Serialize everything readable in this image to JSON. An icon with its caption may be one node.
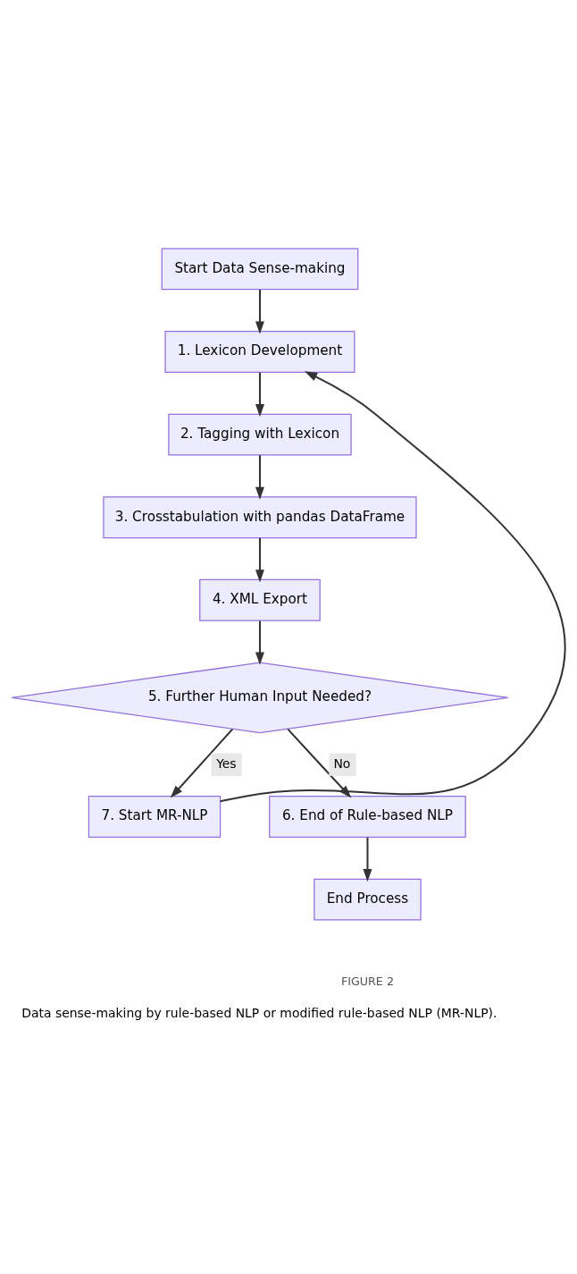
{
  "diagram": {
    "caption": "Data sense-making by rule-based NLP or modified rule-based NLP (MR-NLP).",
    "nodes": [
      {
        "text": [
          "Start Data Sense-making"
        ]
      },
      {
        "text": [
          "1. Lexicon Development"
        ]
      },
      {
        "text": [
          "2. Tagging with Lexicon"
        ]
      },
      {
        "text": [
          "3. Crosstabulation with pandas DataFrame"
        ]
      },
      {
        "text": [
          "4. XML Export"
        ]
      },
      {
        "text": [
          "5. Further Human Input Needed?"
        ]
      },
      {
        "text": [
          "7. Start MR-NLP"
        ]
      },
      {
        "text": [
          "6. End of Rule-based NLP"
        ]
      },
      {
        "text": [
          "End Process"
        ]
      }
    ],
    "edges": [
      {
        "from": 0,
        "to": 1,
        "arrow": "to"
      },
      {
        "from": 1,
        "to": 2,
        "arrow": "to"
      },
      {
        "from": 2,
        "to": 3,
        "arrow": "to"
      },
      {
        "from": 3,
        "to": 4,
        "arrow": "to"
      },
      {
        "from": 4,
        "to": 5,
        "arrow": "to"
      },
      {
        "from": 5,
        "to": 6,
        "label": "Yes",
        "arrow": "to"
      },
      {
        "from": 5,
        "to": 7,
        "label": "No",
        "arrow": "to"
      },
      {
        "from": 7,
        "to": 8,
        "arrow": "to"
      },
      {
        "from": 6,
        "to": 1,
        "arrow": "to"
      }
    ],
    "labels": [
      "FIGURE 2"
    ]
  }
}
